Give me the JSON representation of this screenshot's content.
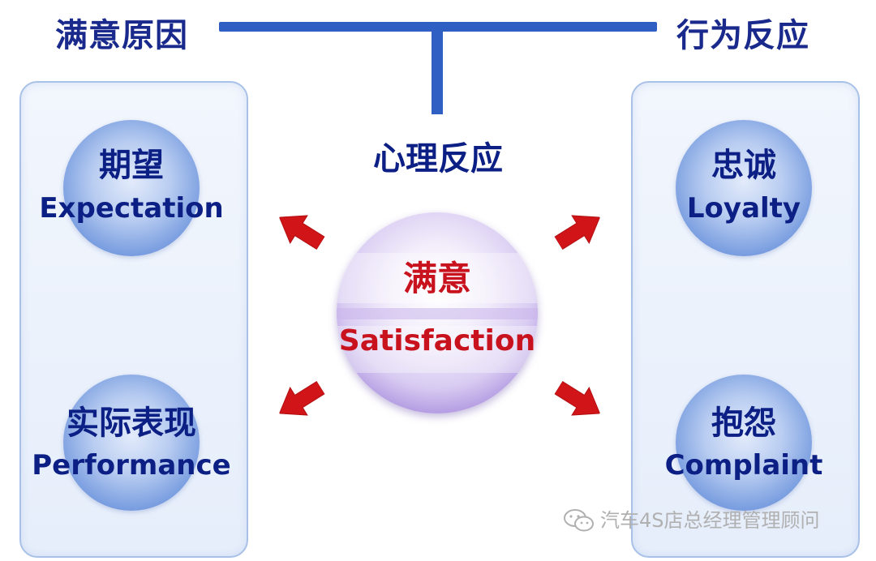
{
  "headings": {
    "left": "满意原因",
    "right": "行为反应",
    "center": "心理反应"
  },
  "left_panel": {
    "top": {
      "zh": "期望",
      "en": "Expectation"
    },
    "bottom": {
      "zh": "实际表现",
      "en": "Performance"
    }
  },
  "right_panel": {
    "top": {
      "zh": "忠诚",
      "en": "Loyalty"
    },
    "bottom": {
      "zh": "抱怨",
      "en": "Complaint"
    }
  },
  "center": {
    "zh": "满意",
    "en": "Satisfaction"
  },
  "watermark": {
    "text": "汽车4S店总经理管理顾问",
    "icon": "wechat-icon"
  },
  "colors": {
    "heading": "#1a2a8c",
    "connector": "#2f5fc2",
    "center_text": "#c8121d",
    "arrow": "#d01418"
  }
}
